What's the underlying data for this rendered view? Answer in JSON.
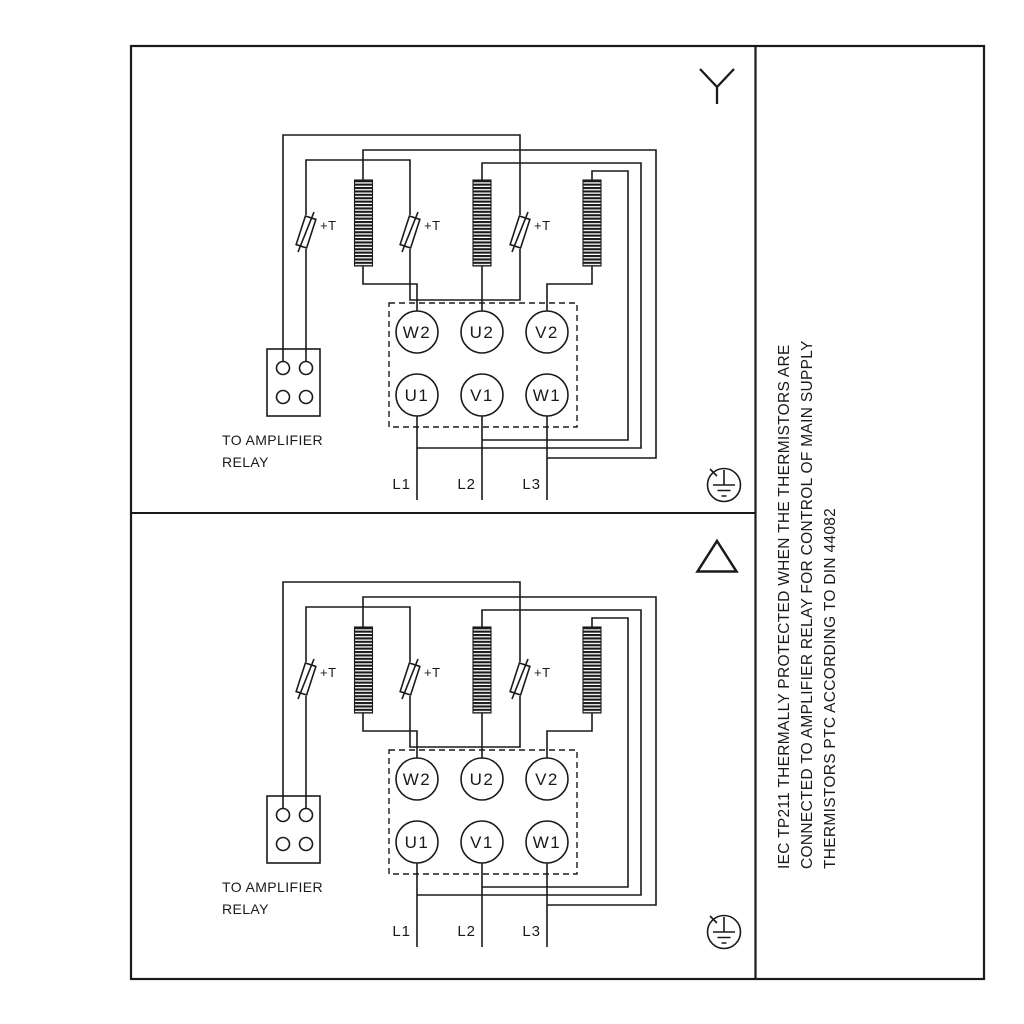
{
  "diagram": {
    "background": "#ffffff",
    "line_color": "#1a1a1a",
    "sidebar_note": {
      "line1": "IEC TP211 THERMALLY PROTECTED WHEN THE THERMISTORS ARE",
      "line2": "CONNECTED TO AMPLIFIER RELAY FOR CONTROL OF MAIN SUPPLY",
      "line3": "THERMISTORS PTC ACCORDING TO DIN 44082"
    },
    "panels": [
      {
        "name": "star-connection",
        "connection_symbol": "star",
        "relay_label": [
          "TO AMPLIFIER",
          "RELAY"
        ],
        "thermistor_labels": [
          "+T",
          "+T",
          "+T"
        ],
        "terminals_top": [
          "W2",
          "U2",
          "V2"
        ],
        "terminals_bottom": [
          "U1",
          "V1",
          "W1"
        ],
        "supply_labels": [
          "L1",
          "L2",
          "L3"
        ]
      },
      {
        "name": "delta-connection",
        "connection_symbol": "delta",
        "relay_label": [
          "TO AMPLIFIER",
          "RELAY"
        ],
        "thermistor_labels": [
          "+T",
          "+T",
          "+T"
        ],
        "terminals_top": [
          "W2",
          "U2",
          "V2"
        ],
        "terminals_bottom": [
          "U1",
          "V1",
          "W1"
        ],
        "supply_labels": [
          "L1",
          "L2",
          "L3"
        ]
      }
    ]
  }
}
